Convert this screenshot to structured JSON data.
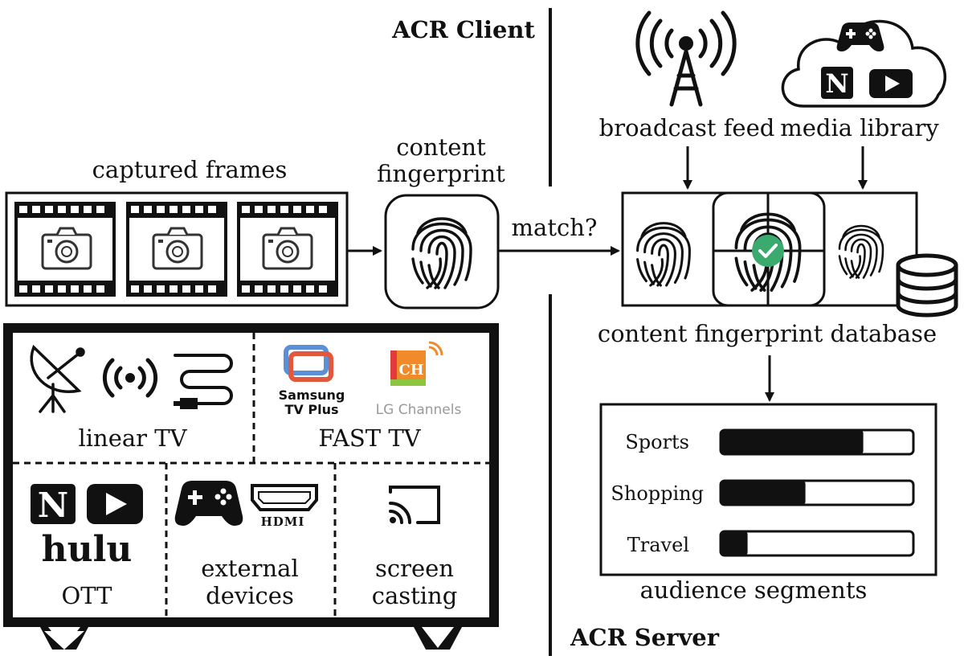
{
  "sections": {
    "client": "ACR Client",
    "server": "ACR Server"
  },
  "client": {
    "captured_frames": "captured frames",
    "fingerprint_line1": "content",
    "fingerprint_line2": "fingerprint",
    "match_label": "match?"
  },
  "server": {
    "broadcast_feed": "broadcast feed",
    "media_library": "media library",
    "database_label": "content fingerprint database",
    "audience_segments": "audience segments",
    "segments": [
      {
        "label": "Sports",
        "value": 0.74
      },
      {
        "label": "Shopping",
        "value": 0.44
      },
      {
        "label": "Travel",
        "value": 0.14
      }
    ]
  },
  "tv": {
    "linear_tv": "linear TV",
    "fast_tv": "FAST TV",
    "samsung_line1": "Samsung",
    "samsung_line2": "TV Plus",
    "lg_channels": "LG Channels",
    "lg_badge": "CH",
    "ott": "OTT",
    "hulu": "hulu",
    "netflix_n": "N",
    "hdmi": "HDMI",
    "external_line1": "external",
    "external_line2": "devices",
    "screen_line1": "screen",
    "screen_line2": "casting"
  },
  "colors": {
    "ink": "#111111",
    "check_green": "#3aaa6e",
    "samsung_blue": "#5b8fd6",
    "samsung_red": "#e2583e",
    "lg_orange": "#f08a2a",
    "lg_red": "#e23b3b",
    "lg_green": "#8cc63f",
    "lg_gray": "#9a9a9a"
  }
}
